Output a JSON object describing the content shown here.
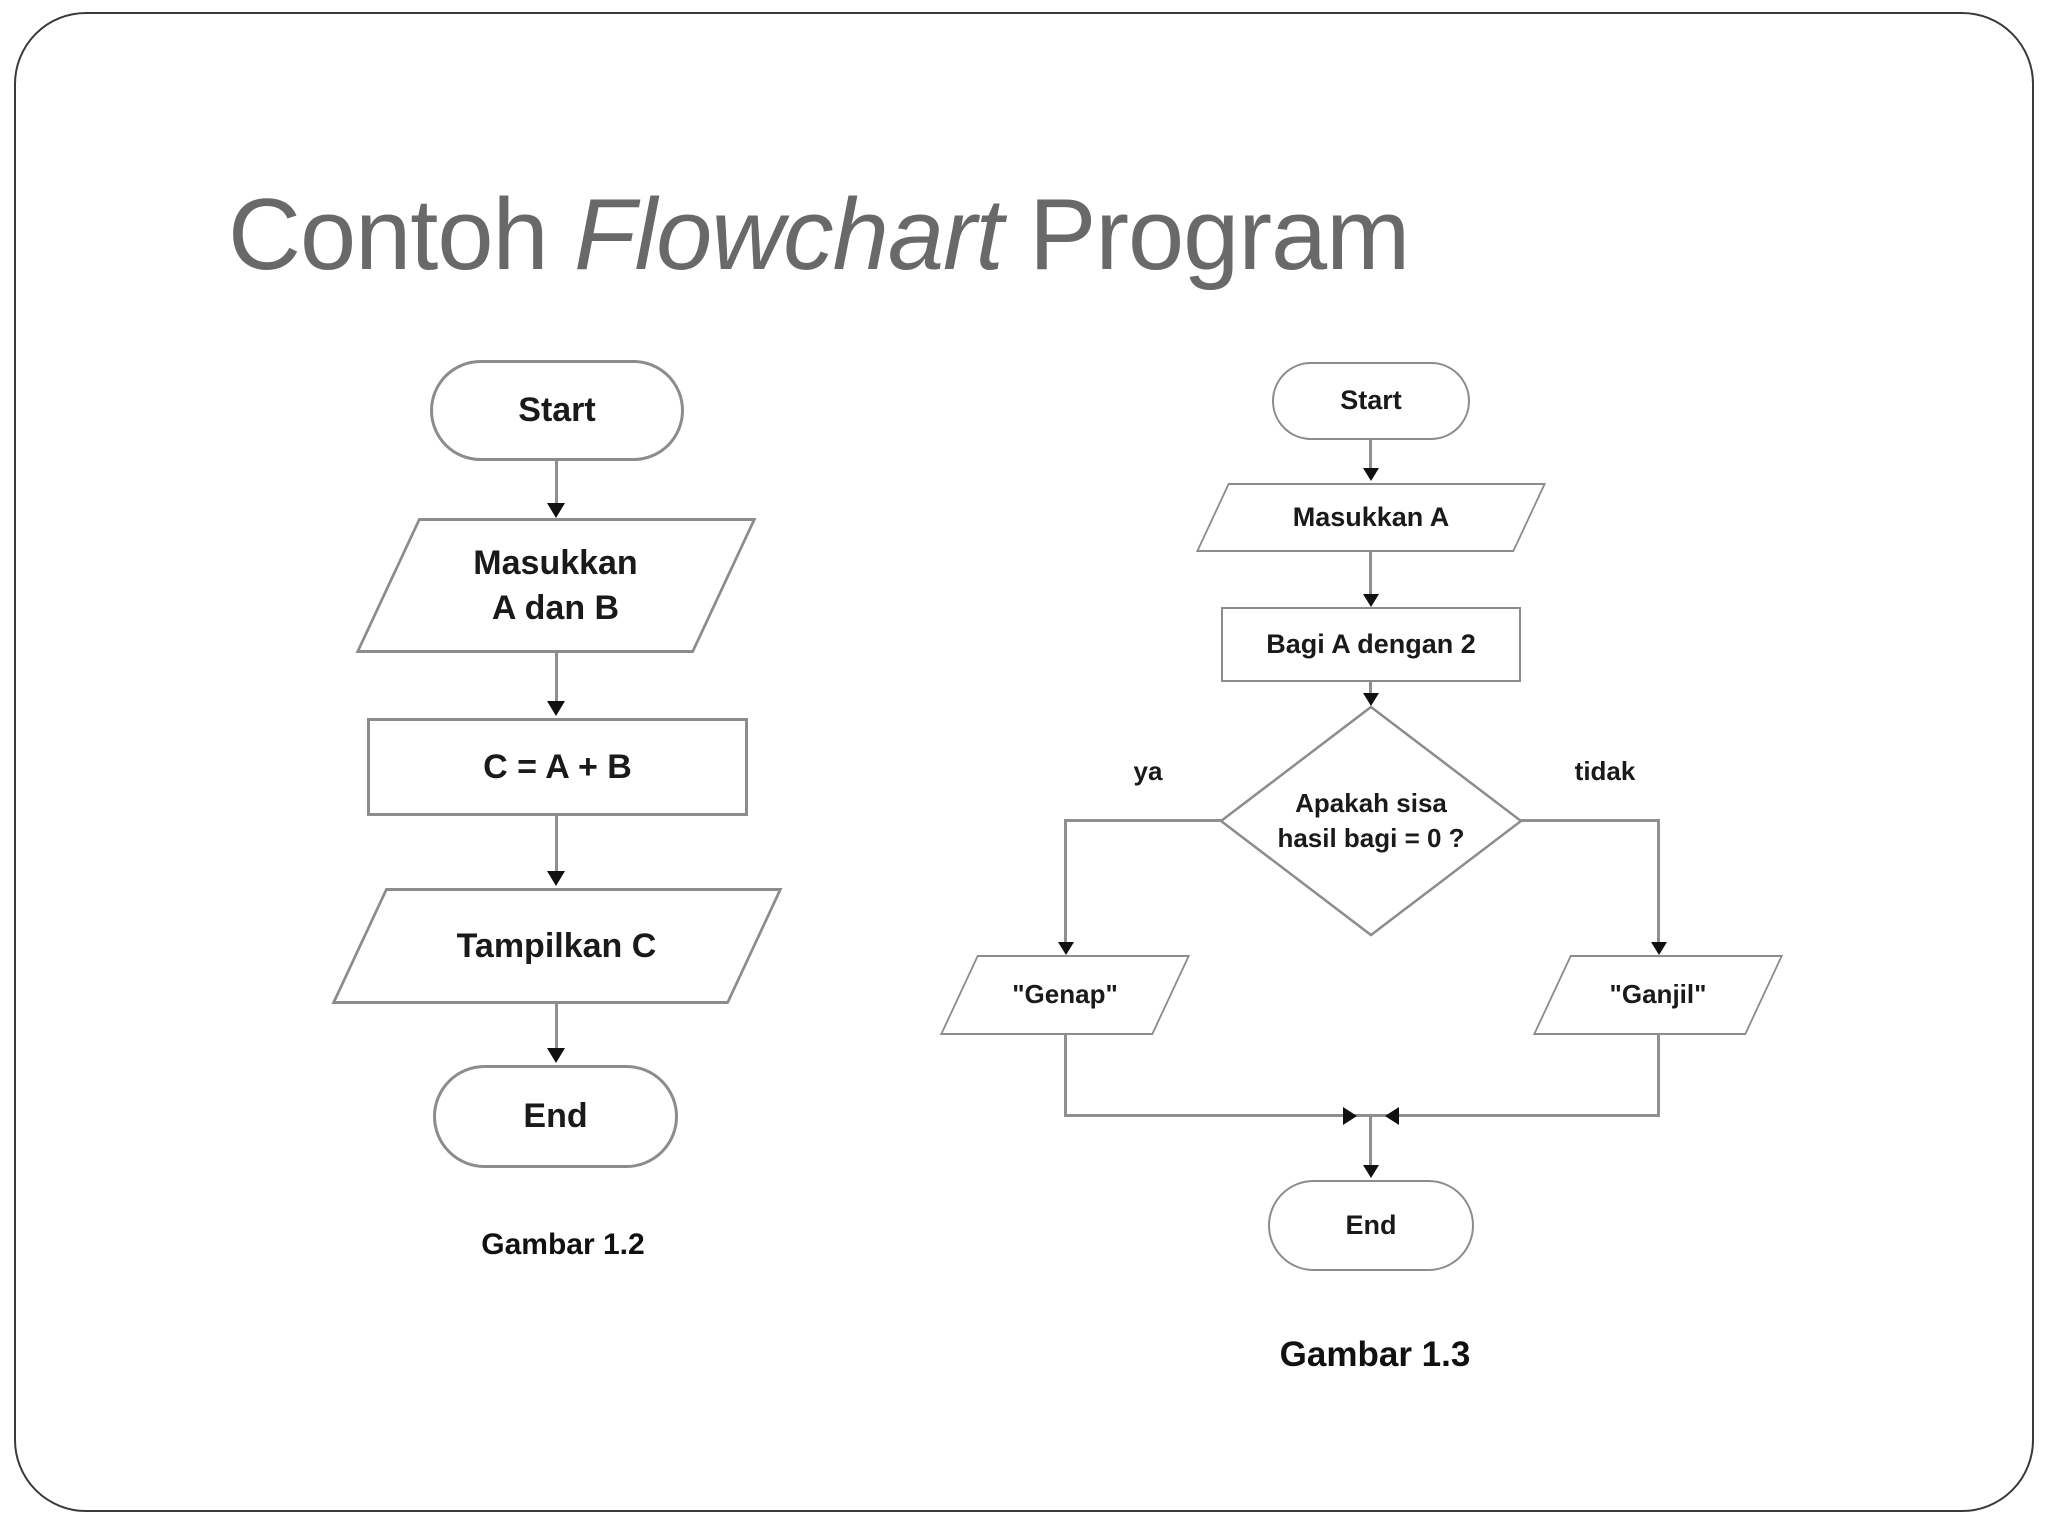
{
  "slide": {
    "title_prefix": "Contoh",
    "title_italic": "Flowchart",
    "title_suffix": "Program"
  },
  "left_chart": {
    "caption": "Gambar 1.2",
    "start": "Start",
    "input_line1": "Masukkan",
    "input_line2": "A dan B",
    "process": "C = A + B",
    "output": "Tampilkan C",
    "end": "End"
  },
  "right_chart": {
    "caption": "Gambar 1.3",
    "start": "Start",
    "input": "Masukkan A",
    "process": "Bagi A dengan 2",
    "decision_line1": "Apakah sisa",
    "decision_line2": "hasil bagi = 0 ?",
    "label_yes": "ya",
    "label_no": "tidak",
    "output_yes": "\"Genap\"",
    "output_no": "\"Ganjil\"",
    "end": "End"
  },
  "colors": {
    "background": "#ffffff",
    "frame_border": "#3a3a3a",
    "title_text": "#696969",
    "shape_border": "#8c8c8c",
    "connector_line": "#8f8f8f",
    "arrowhead": "#111111",
    "node_text": "#1a1a1a"
  }
}
